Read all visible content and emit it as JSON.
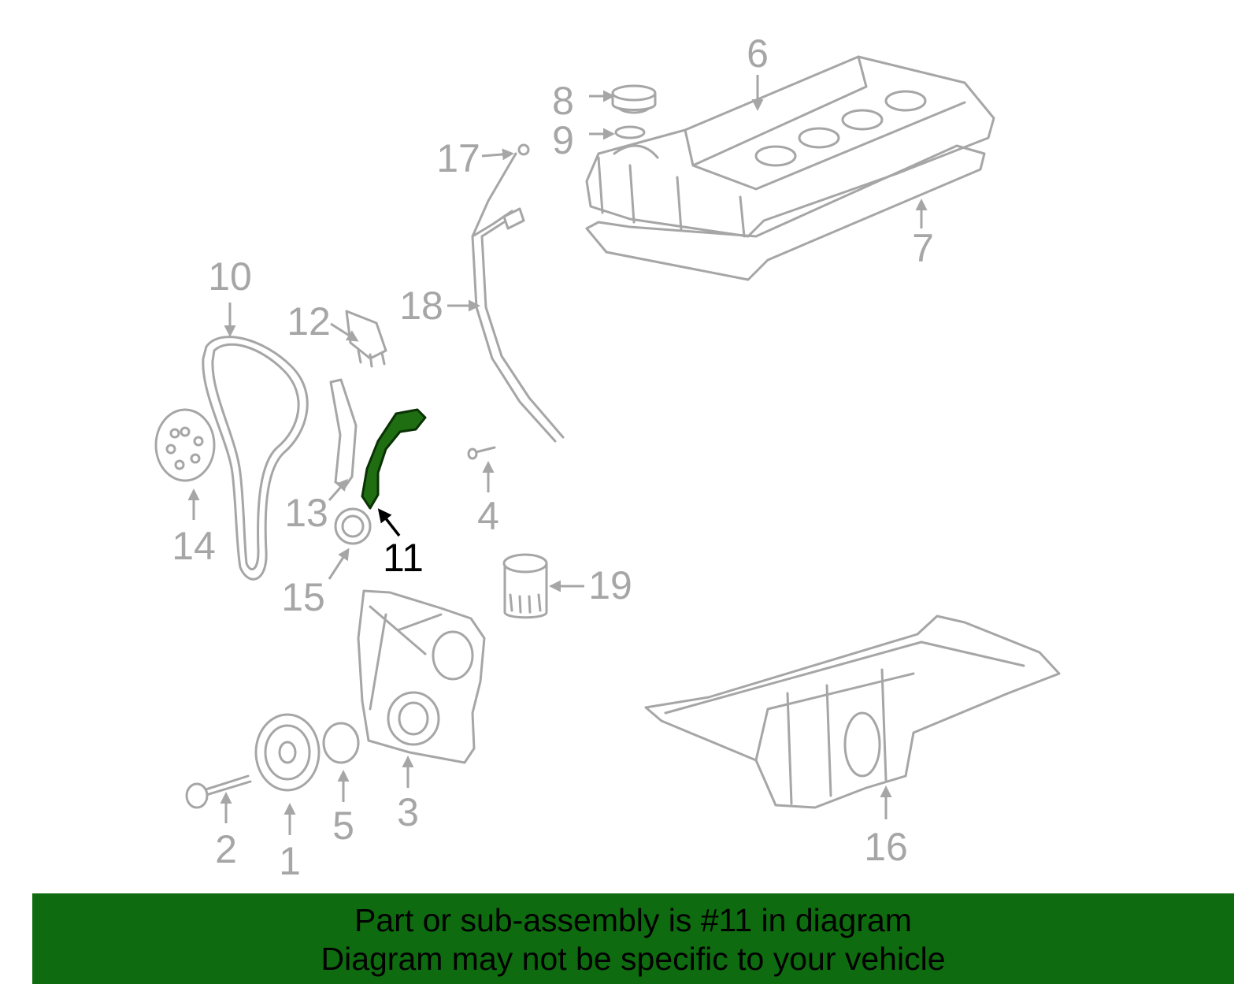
{
  "diagram": {
    "callouts": {
      "c1": "1",
      "c2": "2",
      "c3": "3",
      "c4": "4",
      "c5": "5",
      "c6": "6",
      "c7": "7",
      "c8": "8",
      "c9": "9",
      "c10": "10",
      "c11": "11",
      "c12": "12",
      "c13": "13",
      "c14": "14",
      "c15": "15",
      "c16": "16",
      "c17": "17",
      "c18": "18",
      "c19": "19"
    },
    "highlight_color": "#1f6e12",
    "part_color": "#a6a6a6"
  },
  "banner": {
    "line1": "Part or sub-assembly is #11 in diagram",
    "line2": "Diagram may not be specific to your vehicle",
    "background": "#0f6b0f"
  }
}
